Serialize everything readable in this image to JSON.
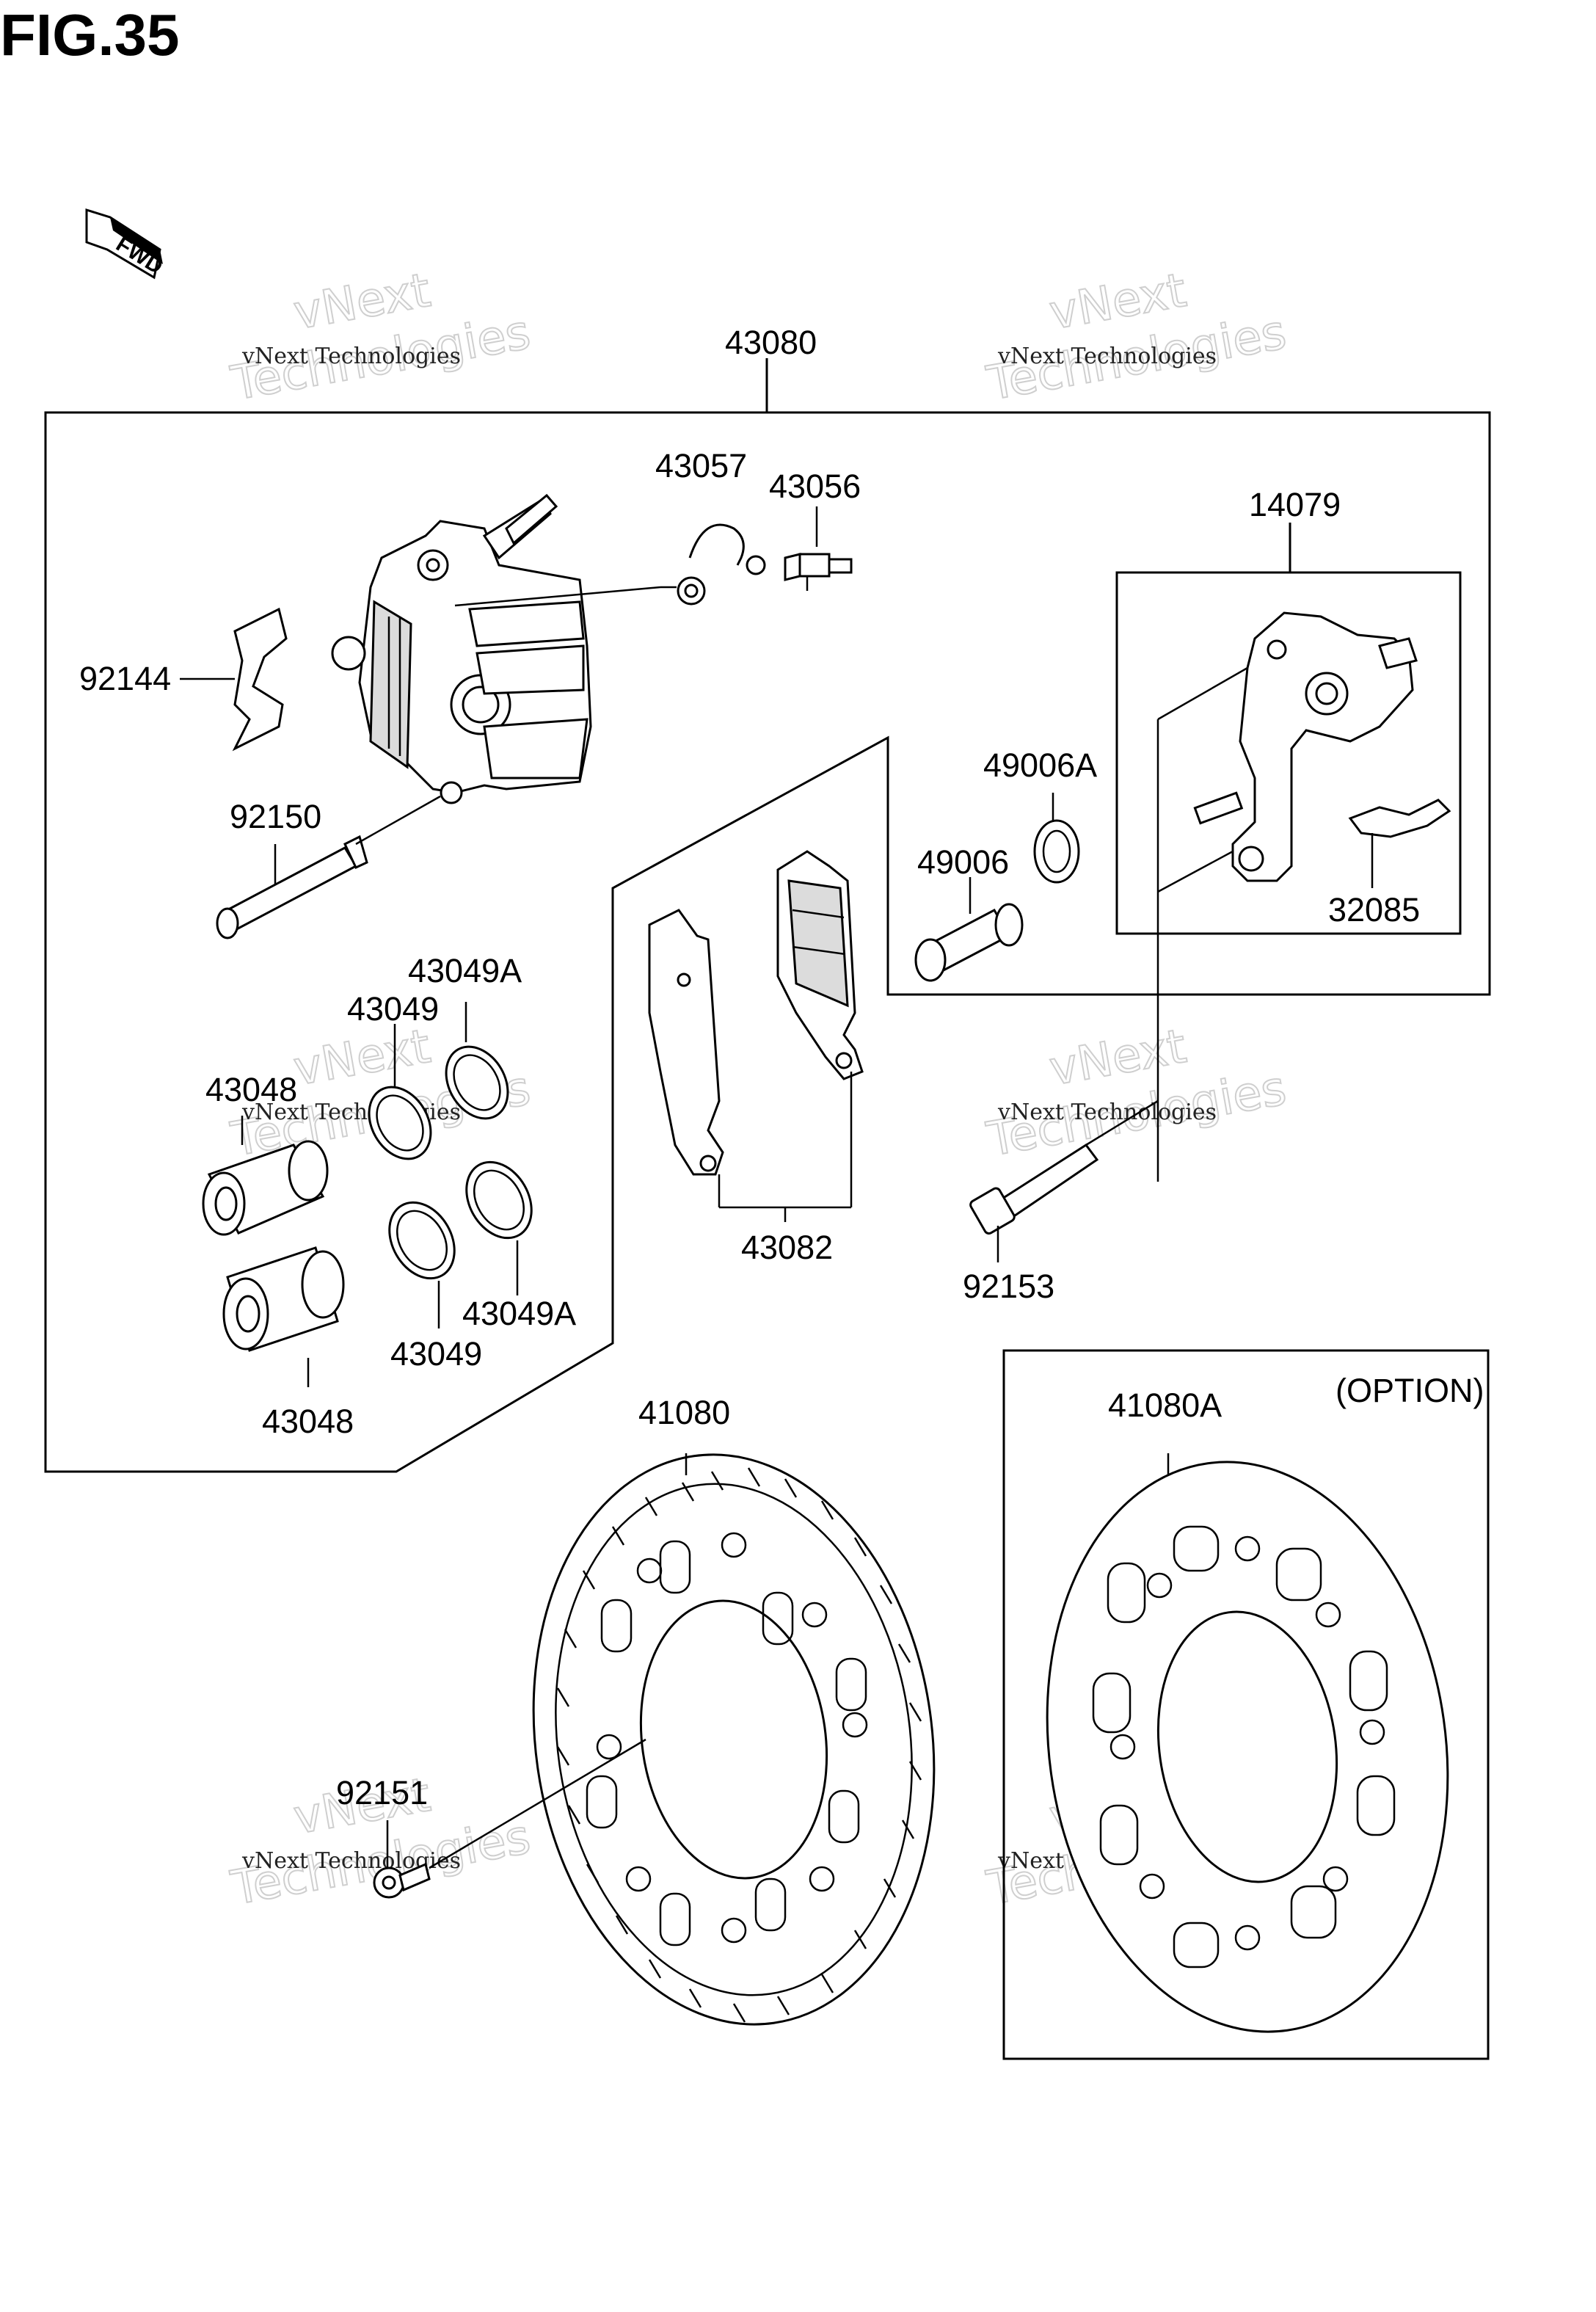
{
  "figure_title": "FIG.35",
  "direction_badge": "FWD",
  "option_label": "(OPTION)",
  "watermarks": {
    "line1": "vNext Technologies",
    "line2": "vNext",
    "line3": "Technologies"
  },
  "parts": {
    "p43080": "43080",
    "p43057": "43057",
    "p43056": "43056",
    "p14079": "14079",
    "p92144": "92144",
    "p92150": "92150",
    "p49006A": "49006A",
    "p49006": "49006",
    "p32085": "32085",
    "p43049A_top": "43049A",
    "p43049_top": "43049",
    "p43048_top": "43048",
    "p43082": "43082",
    "p92153": "92153",
    "p43049A_bottom": "43049A",
    "p43049_bottom": "43049",
    "p43048_bottom": "43048",
    "p41080": "41080",
    "p41080A": "41080A",
    "p92151": "92151"
  }
}
